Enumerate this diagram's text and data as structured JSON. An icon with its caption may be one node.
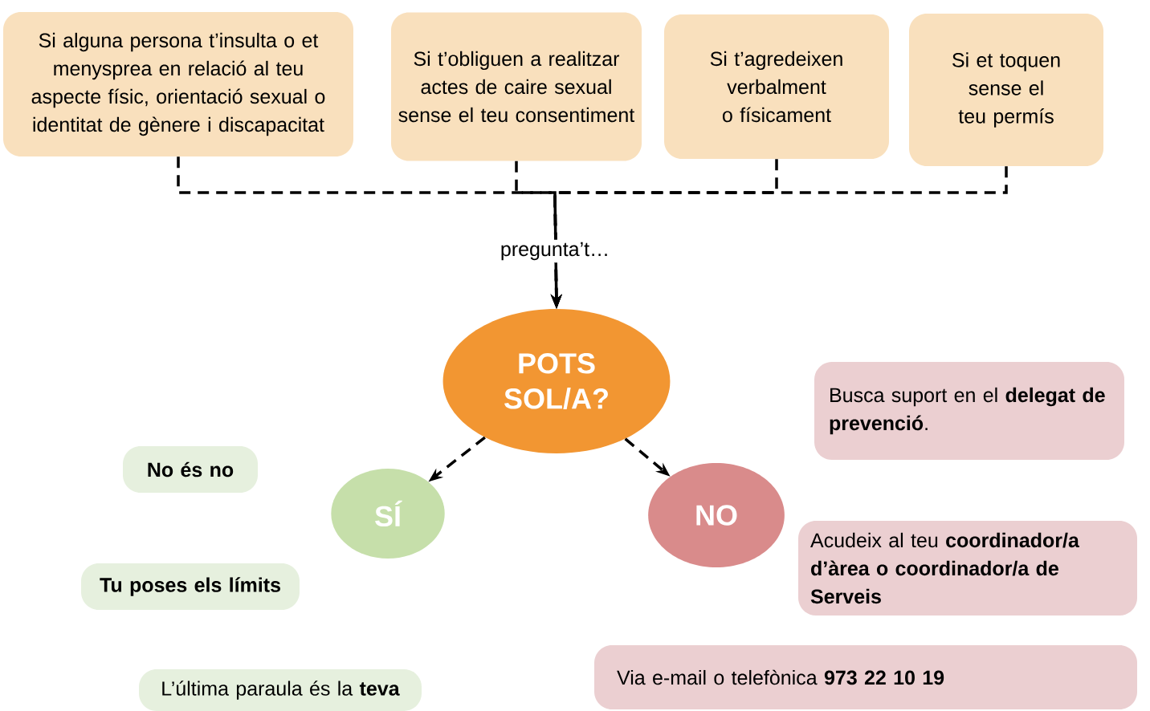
{
  "diagram": {
    "nodes": [
      {
        "text": [
          "Si alguna persona t’insulta o et menysprea en relació al teu aspecte físic, orientació sexual o identitat de gènere i discapacitat"
        ]
      },
      {
        "text": [
          "Si t’obliguen a realitzar actes de caire sexual sense el teu consentiment"
        ]
      },
      {
        "text": [
          "Si t’agredeixen verbalment o físicament"
        ]
      },
      {
        "text": [
          "Si et toquen sense el teu permís"
        ]
      },
      {
        "text": [
          "POTS SOL/A?"
        ]
      },
      {
        "text": [
          "SÍ"
        ]
      },
      {
        "text": [
          "NO"
        ]
      },
      {
        "text": [
          "No és no"
        ]
      },
      {
        "text": [
          "Tu poses els límits"
        ]
      },
      {
        "text": [
          "L’última paraula és la **teva**"
        ]
      },
      {
        "text": [
          "Busca suport en el **delegat de prevenció**."
        ]
      },
      {
        "text": [
          "Acudeix al teu **coordinador/a d’àrea o coordinador/a de Serveis**"
        ]
      },
      {
        "text": [
          "Via e-mail o telefònica **973 22 10 19**"
        ]
      }
    ],
    "edges": [
      {
        "from": 0,
        "to": 4,
        "arrow": "to",
        "style": "dashed"
      },
      {
        "from": 1,
        "to": 4,
        "arrow": "to",
        "style": "dashed",
        "label": "pregunta’t…"
      },
      {
        "from": 2,
        "to": 4,
        "arrow": "to",
        "style": "dashed"
      },
      {
        "from": 3,
        "to": 4,
        "arrow": "to",
        "style": "dashed"
      },
      {
        "from": 4,
        "to": 5,
        "arrow": "to",
        "style": "dashed"
      },
      {
        "from": 4,
        "to": 6,
        "arrow": "to",
        "style": "dashed"
      }
    ]
  }
}
